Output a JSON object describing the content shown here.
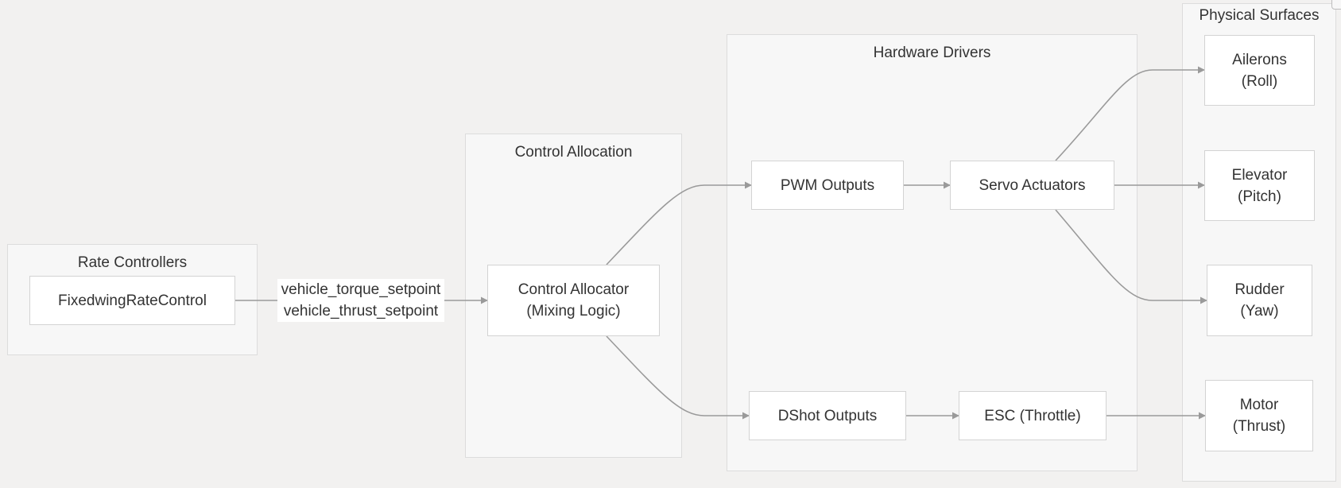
{
  "groups": {
    "rate_controllers": "Rate Controllers",
    "control_allocation": "Control Allocation",
    "hardware_drivers": "Hardware Drivers",
    "physical_surfaces": "Physical Surfaces"
  },
  "nodes": {
    "fixedwing_rate_control": [
      "FixedwingRateControl"
    ],
    "control_allocator": [
      "Control Allocator",
      "(Mixing Logic)"
    ],
    "pwm_outputs": [
      "PWM Outputs"
    ],
    "dshot_outputs": [
      "DShot Outputs"
    ],
    "servo_actuators": [
      "Servo Actuators"
    ],
    "esc_throttle": [
      "ESC (Throttle)"
    ],
    "ailerons": [
      "Ailerons",
      "(Roll)"
    ],
    "elevator": [
      "Elevator",
      "(Pitch)"
    ],
    "rudder": [
      "Rudder",
      "(Yaw)"
    ],
    "motor": [
      "Motor",
      "(Thrust)"
    ]
  },
  "edge_labels": {
    "setpoints": [
      "vehicle_torque_setpoint",
      "vehicle_thrust_setpoint"
    ]
  },
  "colors": {
    "background": "#f2f1f0",
    "cluster_fill": "#f7f7f7",
    "cluster_border": "#dcdcdc",
    "node_fill": "#ffffff",
    "node_border": "#d3d3d3",
    "edge": "#9a9a9a",
    "text": "#333333"
  }
}
